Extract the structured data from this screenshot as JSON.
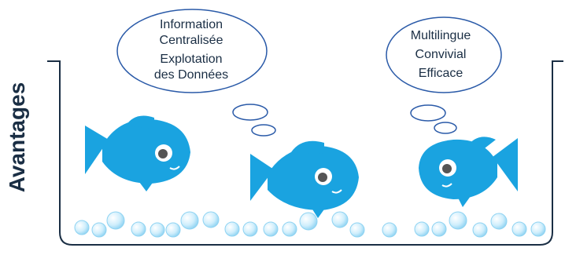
{
  "title": "Avantages",
  "thought_bubbles": [
    {
      "lines": [
        "Information",
        "Centralisée",
        "Explotation",
        "des Données"
      ]
    },
    {
      "lines": [
        "Multilingue",
        "Convivial",
        "Efficace"
      ]
    }
  ],
  "colors": {
    "fish": "#1aa3e0",
    "tank_outline": "#1a2e44",
    "bubble_outline": "#2a5aa8",
    "title": "#1a2e44"
  }
}
